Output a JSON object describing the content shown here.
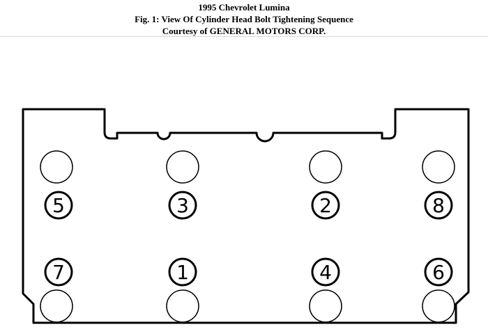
{
  "header": {
    "line1": "1995 Chevrolet Lumina",
    "line2": "Fig. 1: View Of Cylinder Head Bolt Tightening Sequence",
    "line3": "Courtesy of GENERAL MOTORS CORP."
  },
  "colors": {
    "ink": "#000000",
    "background": "#ffffff",
    "rule": "#d8d8d8"
  },
  "bolts": [
    {
      "label": "5"
    },
    {
      "label": "3"
    },
    {
      "label": "2"
    },
    {
      "label": "8"
    },
    {
      "label": "7"
    },
    {
      "label": "1"
    },
    {
      "label": "4"
    },
    {
      "label": "6"
    }
  ]
}
